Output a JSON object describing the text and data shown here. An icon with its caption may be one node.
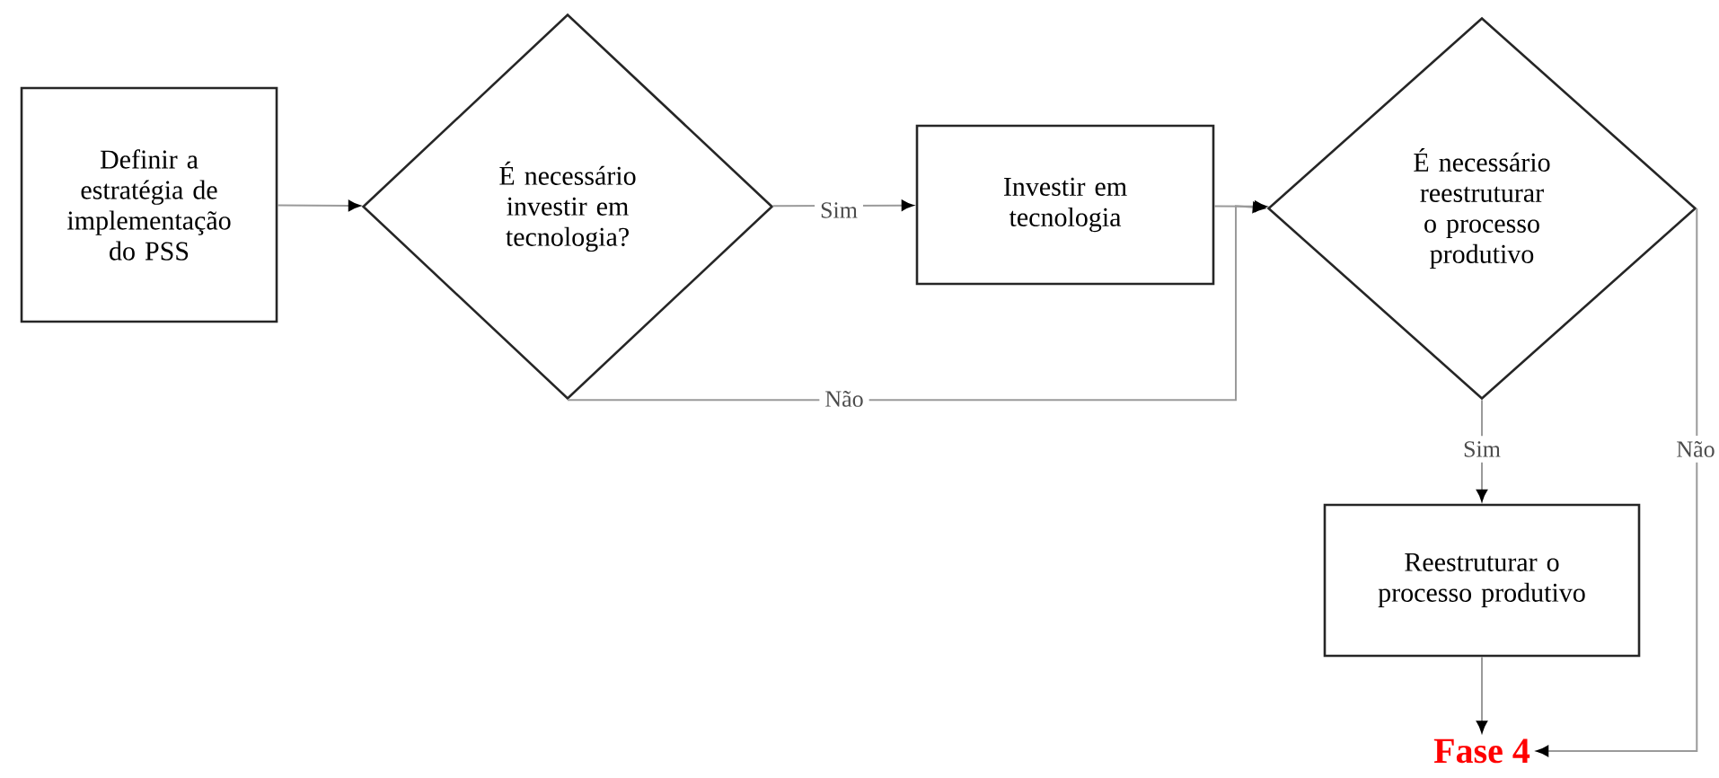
{
  "diagram": {
    "nodes": [
      {
        "text": [
          "Definir a estratégia de implementação do PSS"
        ]
      },
      {
        "text": [
          "É necessário investir em tecnologia?"
        ]
      },
      {
        "text": [
          "Investir em tecnologia"
        ]
      },
      {
        "text": [
          "É necessário reestruturar o processo produtivo"
        ]
      },
      {
        "text": [
          "Reestruturar o processo produtivo"
        ]
      },
      {
        "text": [
          "Fase 4"
        ]
      }
    ],
    "edges": [
      {
        "from": 0,
        "to": 1,
        "arrow": "to"
      },
      {
        "from": 1,
        "to": 2,
        "arrow": "to",
        "label": "Sim"
      },
      {
        "from": 2,
        "to": 3,
        "arrow": "to"
      },
      {
        "from": 1,
        "to": 3,
        "arrow": "to",
        "label": "Não"
      },
      {
        "from": 3,
        "to": 4,
        "arrow": "to",
        "label": "Sim"
      },
      {
        "from": 4,
        "to": 5,
        "arrow": "to"
      },
      {
        "from": 3,
        "to": 5,
        "arrow": "to",
        "label": "Não"
      }
    ]
  }
}
